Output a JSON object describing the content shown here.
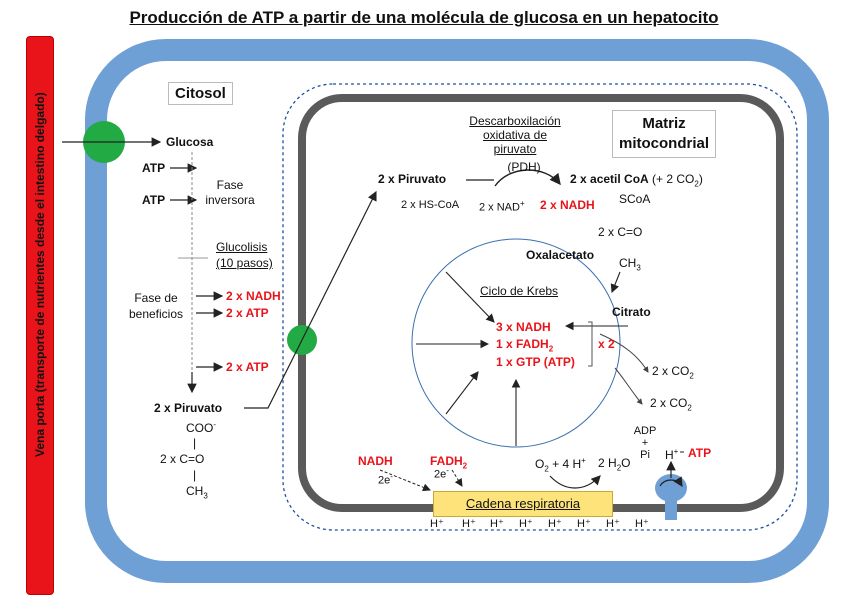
{
  "title": "Producción de ATP a partir de una molécula de glucosa en un hepatocito",
  "vena_porta": "Vena porta (transporte de nutrientes desde el intestino delgado)",
  "citosol": {
    "label": "Citosol",
    "glucosa": "Glucosa",
    "atp1": "ATP",
    "atp2": "ATP",
    "fase_inversora": "Fase inversora",
    "glucolisis": "Glucolisis",
    "pasos": "(10 pasos)",
    "fase_beneficios": "Fase de beneficios",
    "nadh": "2 x NADH",
    "atp_a": "2 x ATP",
    "atp_b": "2 x ATP",
    "piruvato": "2 x Piruvato",
    "coo": "COO",
    "coo_sup": "-",
    "co_prefix": "2 x C=O",
    "bar1": "|",
    "bar2": "|",
    "ch3": "CH",
    "ch3_sub": "3"
  },
  "matriz": {
    "label_1": "Matriz",
    "label_2": "mitocondrial",
    "descarbox_1": "Descarboxilación",
    "descarbox_2": "oxidativa de",
    "descarbox_3": "piruvato",
    "pdh": "(PDH)",
    "piruvato": "2 x Piruvato",
    "hs_coa": "2 x HS-CoA",
    "nad": "2 x NAD",
    "nad_sup": "+",
    "nadh": "2 x NADH",
    "acetil": "2 x acetil CoA",
    "acetil_co2": "(+ 2 CO",
    "acetil_co2_sub": "2",
    "acetil_co2_end": ")",
    "scoa": "SCoA",
    "co": "2 x C=O",
    "ch3": "CH",
    "ch3_sub": "3",
    "oxalacetato": "Oxalacetato",
    "citrato": "Citrato",
    "krebs": "Ciclo de Krebs",
    "k_nadh": "3 x NADH",
    "k_fadh": "1 x FADH",
    "k_fadh_sub": "2",
    "k_gtp": "1 x GTP (ATP)",
    "x2": "x 2",
    "co2_a": "2 x CO",
    "co2_b": "2 x CO",
    "co2_sub": "2"
  },
  "cadena": {
    "nadh": "NADH",
    "fadh": "FADH",
    "fadh_sub": "2",
    "e1": "2e",
    "e2": "2e",
    "e_sup": "-",
    "o2": "O",
    "o2_sub": "2",
    "o2_rest": " + 4 H",
    "plus_sup": "+",
    "h2o": "2 H",
    "h2o_sub": "2",
    "h2o_end": "O",
    "label": "Cadena respiratoria",
    "adp": "ADP",
    "plus": "+",
    "pi": "Pi",
    "h": "H",
    "atp": "ATP",
    "hplus": [
      "H⁺",
      "H⁺",
      "H⁺",
      "H⁺",
      "H⁺",
      "H⁺",
      "H⁺",
      "H⁺"
    ]
  },
  "colors": {
    "cell_membrane": "#6e9fd5",
    "mito_membrane": "#5a5a5a",
    "transporter": "#22aa44",
    "vena": "#e8141a",
    "atp_synthase": "#6e9fd5",
    "cadena_box": "#fde37a",
    "highlight_red": "#e8141a"
  }
}
